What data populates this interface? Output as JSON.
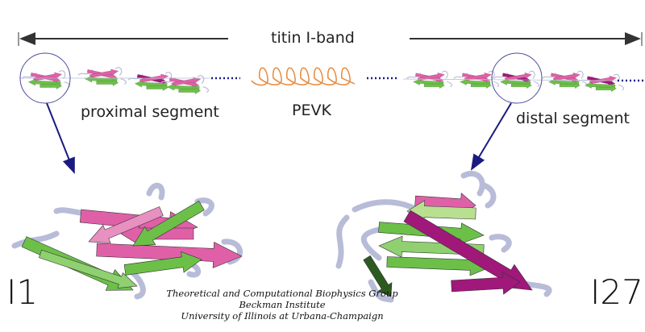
{
  "title": "titin I-band",
  "labels": {
    "proximal": "proximal segment",
    "pevk": "PEVK",
    "distal": "distal segment",
    "domain_left": "I1",
    "domain_right": "I27"
  },
  "credit": {
    "line1": "Theoretical and Computational Biophysics Group",
    "line2": "Beckman Institute",
    "line3": "University of Illinois at Urbana-Champaign"
  },
  "colors": {
    "arrow": "#333333",
    "pointer": "#1a1a80",
    "dots": "#1a1a8c",
    "spring": "#e8883a",
    "magenta": "#a0187a",
    "pink": "#e060a8",
    "green": "#6cc048",
    "coil": "#b8bcd8"
  }
}
